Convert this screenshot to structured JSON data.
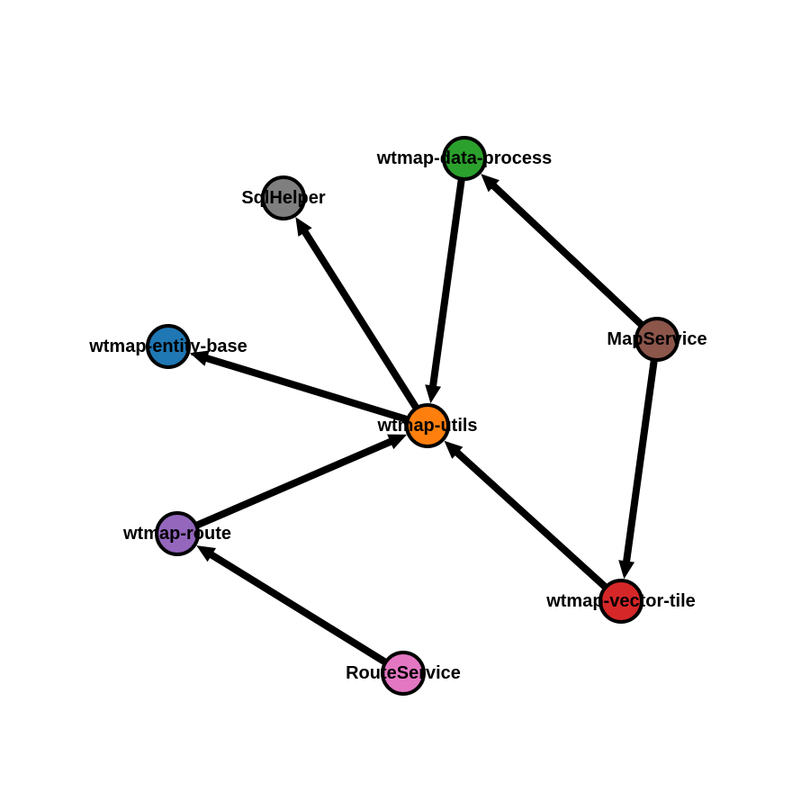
{
  "graph": {
    "nodes": [
      {
        "id": "utils",
        "label": "wtmap-utils",
        "color": "#ff7f0e"
      },
      {
        "id": "data_process",
        "label": "wtmap-data-process",
        "color": "#2ca02c"
      },
      {
        "id": "sqlhelper",
        "label": "SqlHelper",
        "color": "#7f7f7f"
      },
      {
        "id": "entity_base",
        "label": "wtmap-entity-base",
        "color": "#1f77b4"
      },
      {
        "id": "mapservice",
        "label": "MapService",
        "color": "#8c564b"
      },
      {
        "id": "route",
        "label": "wtmap-route",
        "color": "#9467bd"
      },
      {
        "id": "vector_tile",
        "label": "wtmap-vector-tile",
        "color": "#d62728"
      },
      {
        "id": "routeservice",
        "label": "RouteService",
        "color": "#e377c2"
      }
    ],
    "edges": [
      {
        "from": "data_process",
        "to": "utils"
      },
      {
        "from": "utils",
        "to": "sqlhelper"
      },
      {
        "from": "utils",
        "to": "entity_base"
      },
      {
        "from": "mapservice",
        "to": "data_process"
      },
      {
        "from": "mapservice",
        "to": "vector_tile"
      },
      {
        "from": "vector_tile",
        "to": "utils"
      },
      {
        "from": "route",
        "to": "utils"
      },
      {
        "from": "routeservice",
        "to": "route"
      }
    ]
  }
}
